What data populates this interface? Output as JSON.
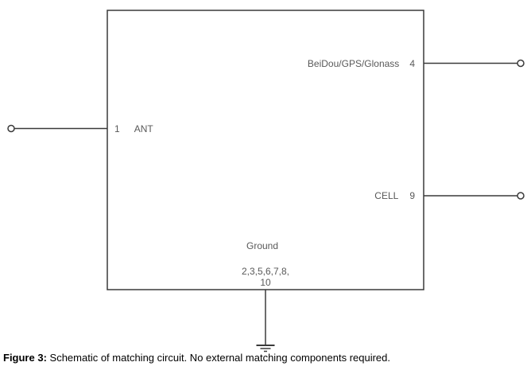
{
  "figure": {
    "caption_prefix": "Figure 3:",
    "caption_text": " Schematic of matching circuit. No external matching components required."
  },
  "schematic": {
    "pins": {
      "ant": {
        "number": "1",
        "label": "ANT"
      },
      "gnss": {
        "label": "BeiDou/GPS/Glonass",
        "number": "4"
      },
      "cell": {
        "label": "CELL",
        "number": "9"
      },
      "ground": {
        "label": "Ground",
        "pin_numbers_line1": "2,3,5,6,7,8,",
        "pin_numbers_line2": "10"
      }
    },
    "colors": {
      "line": "#3a3a3a",
      "label_text": "#595959",
      "caption_text": "#000000",
      "background": "#ffffff"
    }
  }
}
